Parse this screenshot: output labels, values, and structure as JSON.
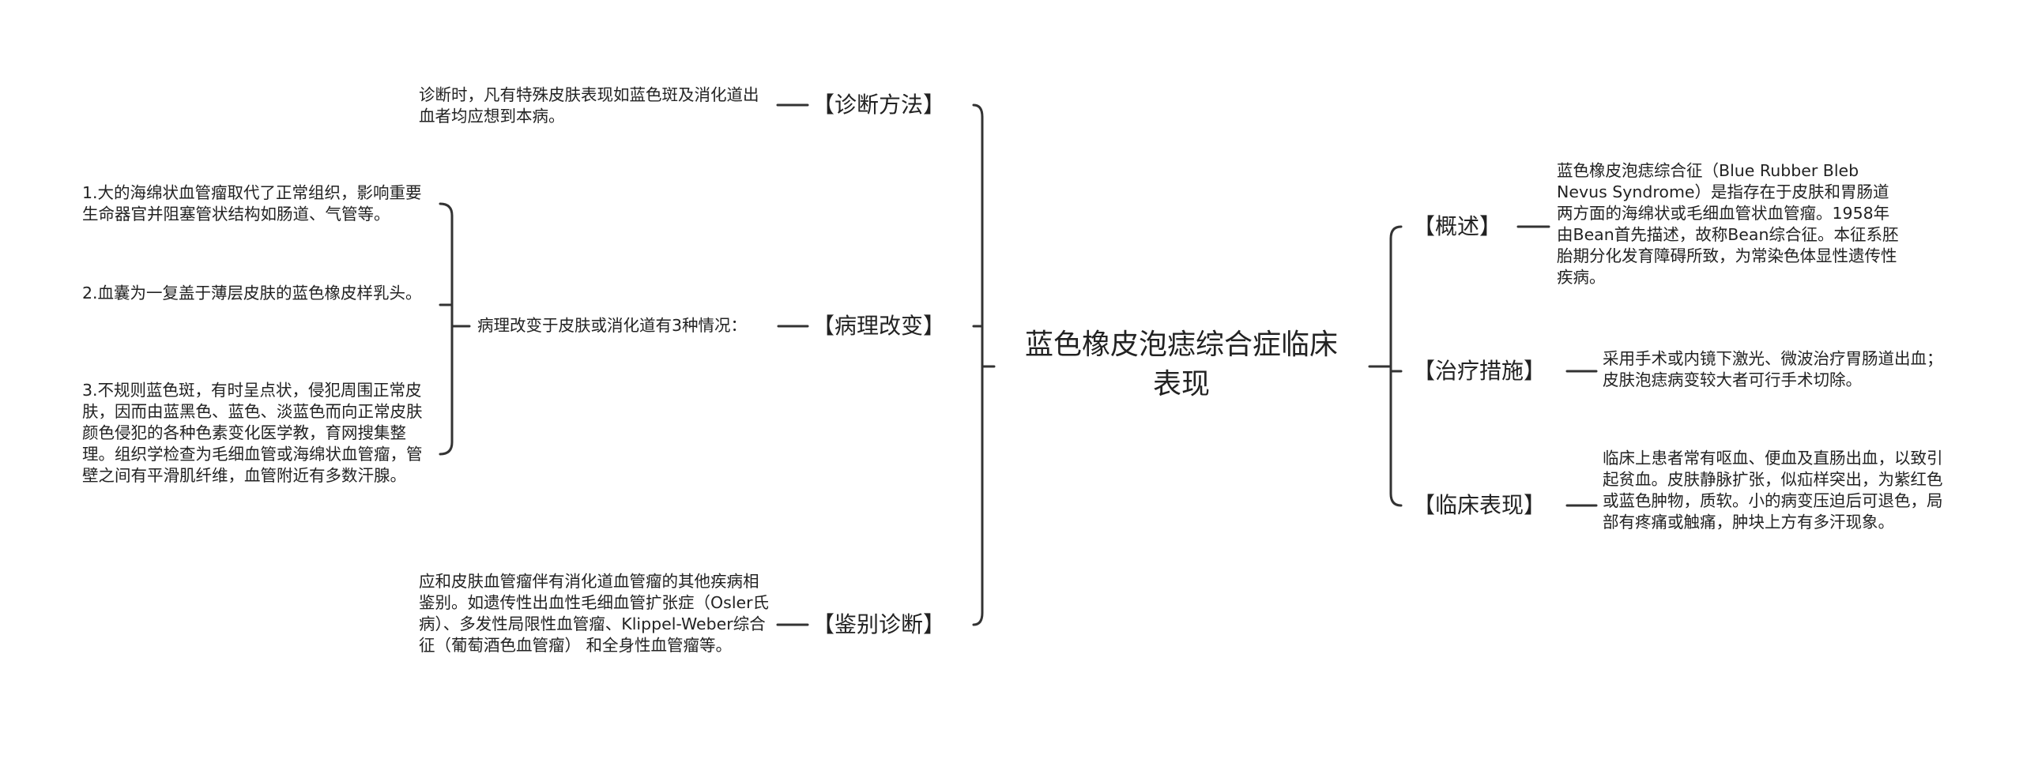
{
  "root": {
    "title": "蓝色橡皮泡痣综合症临床表现"
  },
  "left": {
    "diagnosis": {
      "label": "【诊断方法】",
      "text": "诊断时，凡有特殊皮肤表现如蓝色斑及消化道出血者均应想到本病。"
    },
    "pathology": {
      "label": "【病理改变】",
      "summary": "病理改变于皮肤或消化道有3种情况：",
      "items": [
        "1.大的海绵状血管瘤取代了正常组织，影响重要生命器官并阻塞管状结构如肠道、气管等。",
        "2.血囊为一复盖于薄层皮肤的蓝色橡皮样乳头。",
        "3.不规则蓝色斑，有时呈点状，侵犯周围正常皮肤，因而由蓝黑色、蓝色、淡蓝色而向正常皮肤颜色侵犯的各种色素变化医学教，育网搜集整理。组织学检查为毛细血管或海绵状血管瘤，管壁之间有平滑肌纤维，血管附近有多数汗腺。"
      ]
    },
    "differential": {
      "label": "【鉴别诊断】",
      "text": "应和皮肤血管瘤伴有消化道血管瘤的其他疾病相鉴别。如遗传性出血性毛细血管扩张症（Osler氏病）、多发性局限性血管瘤、Klippel-Weber综合征（葡萄酒色血管瘤） 和全身性血管瘤等。"
    }
  },
  "right": {
    "overview": {
      "label": "【概述】",
      "text": "蓝色橡皮泡痣综合征（Blue Rubber Bleb Nevus Syndrome）是指存在于皮肤和胃肠道两方面的海绵状或毛细血管状血管瘤。1958年由Bean首先描述，故称Bean综合征。本征系胚胎期分化发育障碍所致，为常染色体显性遗传性疾病。"
    },
    "treatment": {
      "label": "【治疗措施】",
      "text": "采用手术或内镜下激光、微波治疗胃肠道出血；皮肤泡痣病变较大者可行手术切除。"
    },
    "clinical": {
      "label": "【临床表现】",
      "text": "临床上患者常有呕血、便血及直肠出血，以致引起贫血。皮肤静脉扩张，似疝样突出，为紫红色或蓝色肿物，质软。小的病变压迫后可退色，局部有疼痛或触痛，肿块上方有多汗现象。"
    }
  },
  "colors": {
    "line": "#333333",
    "text": "#222222"
  }
}
